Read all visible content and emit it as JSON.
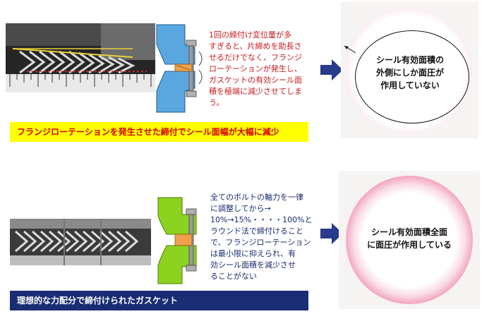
{
  "top": {
    "explanation": "1回の締付け変位量が多\nすぎると、片締めを助長さ\nせるだけでなく、フランジ\nローテーションが発生し、\nガスケットの有効シール面\n積を極端に減少させてしま\nう。",
    "result_caption": "シール有効面積の\n外側にしか面圧が\n作用していない",
    "banner": "フランジローテーションを発生させた締付でシール面幅が大幅に減少"
  },
  "bottom": {
    "explanation": "全てのボルトの軸力を一律\nに調整してから→\n10%→15%・・・・100%と\nラウンド法で締付けること\nで、フランジローテーション\nは最小限に抑えられ、有\n効シール面積を減少させ\nることがない",
    "result_caption": "シール有効面積全面\nに面圧が作用している",
    "banner": "理想的な力配分で締付けられたガスケット"
  },
  "colors": {
    "top_text": "#c8181c",
    "bottom_text": "#1a2a6e",
    "top_banner_bg": "#ffff00",
    "top_banner_text": "#d40000",
    "bottom_banner_bg": "#1a2c73",
    "arrow": "#2a3a8c",
    "flange_top": "#5aa6e0",
    "flange_bottom": "#8cd21e",
    "ring_pink": "#e22f68"
  }
}
